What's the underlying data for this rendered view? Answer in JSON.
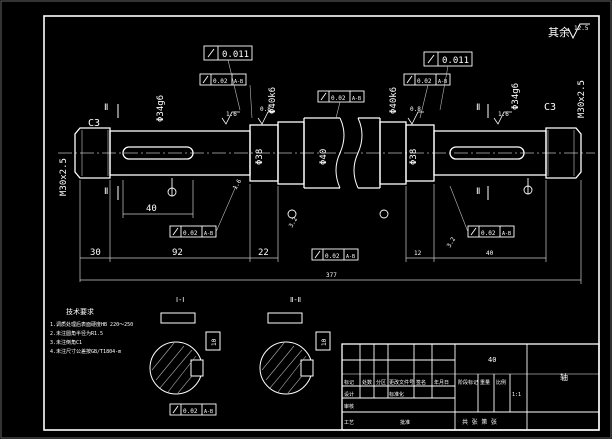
{
  "roughness": {
    "symbol_rest": "其余",
    "value_rest": "12.5"
  },
  "tolerance_frames": {
    "cyl_left": "0.011",
    "cyl_right": "0.011",
    "runout_1": "0.02",
    "runout_1_datum": "A-B",
    "runout_2": "0.02",
    "runout_2_datum": "A-B",
    "runout_3": "0.02",
    "runout_3_datum": "A-B",
    "runout_4": "0.02",
    "runout_4_datum": "A-B",
    "runout_5": "0.02",
    "runout_5_datum": "A-B",
    "runout_6": "0.02",
    "runout_6_datum": "A-B",
    "runout_7": "0.02",
    "runout_7_datum": "A-B"
  },
  "dimensions": {
    "d_left_end": "Φ34g6",
    "d_bearing_left": "Φ40k6",
    "d_38_left": "Φ38",
    "d_40_center": "Φ40",
    "d_38_right": "Φ38",
    "d_bearing_right": "Φ40k6",
    "d_right_end": "Φ34g6",
    "thread_left": "M30x2.5",
    "thread_right": "M30x2.5",
    "chamfer_left": "C3",
    "chamfer_right": "C3",
    "len_30": "30",
    "len_92": "92",
    "len_22": "22",
    "len_40": "40",
    "len_total": "377",
    "len_12": "12",
    "len_mid": "40",
    "r_16": "1.6",
    "r_08a": "0.8",
    "r_08b": "0.8",
    "r_16b": "1.6",
    "r_32a": "3.2",
    "r_32b": "3.2",
    "section_label_left": "Ⅱ",
    "section_label_right": "Ⅱ"
  },
  "notes": {
    "title": "技术要求",
    "lines": [
      "1.调质处理后表面硬度HB 220～250",
      "2.未注圆角半径为R1.5",
      "3.未注倒角C1",
      "4.未注尺寸公差按GB/T1804-m"
    ]
  },
  "sections": {
    "left_title": "Ⅰ-Ⅰ",
    "right_title": "Ⅱ-Ⅱ",
    "left_key": "10",
    "right_key": "10"
  },
  "title_block": {
    "part_name": "轴",
    "drawing_no": "40",
    "row_labels": [
      "标记",
      "处数",
      "分区",
      "更改文件号",
      "签名",
      "年月日"
    ],
    "design": "设计",
    "standard": "标准化",
    "stage": "阶段标记",
    "weight": "重量",
    "scale": "比例",
    "scale_value": "1:1",
    "review": "审核",
    "process": "工艺",
    "approve": "批准",
    "sheets": "共 张 第 张"
  }
}
